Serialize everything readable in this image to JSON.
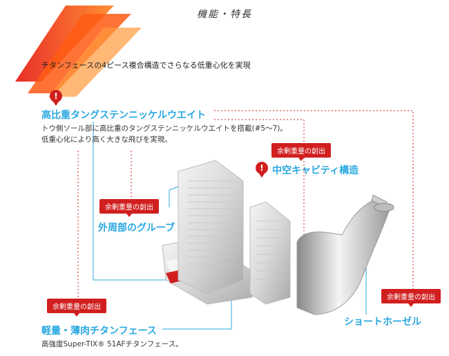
{
  "header": {
    "title": "機能・特長"
  },
  "intro": "チタンフェースの4ピース複合構造でさらなる低重心化を実現",
  "features": {
    "tungsten": {
      "title": "高比重タングステンニッケルウエイト",
      "desc_line1": "トウ側ソール部に高比重のタングステンニッケルウエイトを搭載(#5〜7)。",
      "desc_line2": "低重心化により高く大きな飛びを実現。"
    },
    "cavity": {
      "title": "中空キャビティ構造"
    },
    "groove": {
      "title": "外周部のグルーブ"
    },
    "face": {
      "title": "軽量・薄肉チタンフェース",
      "desc": "高強度Super-TIX® 51AFチタンフェース。"
    },
    "hosel": {
      "title": "ショートホーゼル"
    }
  },
  "badges": {
    "surplus1": "余剰重量の創出",
    "surplus2": "余剰重量の創出",
    "surplus3": "余剰重量の創出",
    "surplus4": "余剰重量の創出"
  },
  "pins": {
    "symbol": "!"
  },
  "colors": {
    "accent_blue": "#2aa8e0",
    "accent_red": "#d11f1f",
    "banner_orange": "#ff6a1a"
  }
}
